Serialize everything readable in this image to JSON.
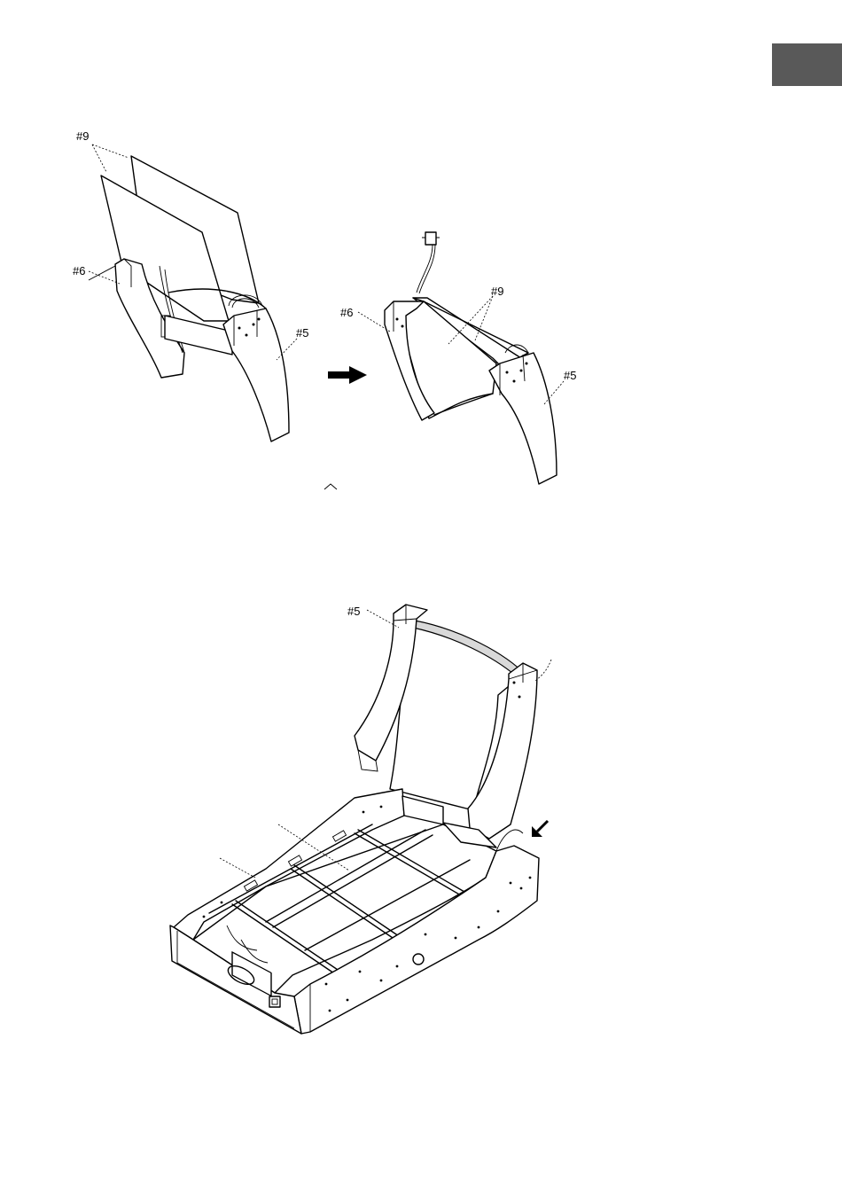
{
  "callouts": {
    "step1_left_part9": "#9",
    "step1_left_part6": "#6",
    "step1_left_part5": "#5",
    "step1_right_part9": "#9",
    "step1_right_part6": "#6",
    "step1_right_part5": "#5",
    "step2_part5": "#5"
  },
  "colors": {
    "tab": "#595959",
    "line": "#000000",
    "shade": "#d9d9d9"
  },
  "icons": [
    "right-arrow-icon",
    "insert-arrow-icon"
  ]
}
